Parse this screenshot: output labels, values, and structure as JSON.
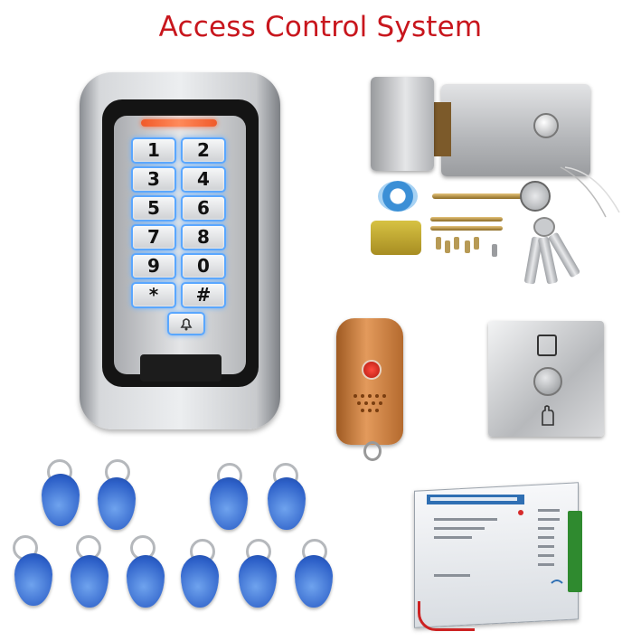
{
  "title": "Access Control System",
  "keypad": {
    "keys": [
      "1",
      "2",
      "3",
      "4",
      "5",
      "6",
      "7",
      "8",
      "9",
      "0",
      "*",
      "#"
    ]
  },
  "colors": {
    "title": "#c8161d",
    "key_glow": "#5aa7ff",
    "fob": "#2d60c8",
    "remote": "#e39a5c"
  },
  "icons": [
    "bell-icon",
    "door-exit-icon",
    "hand-push-icon"
  ]
}
